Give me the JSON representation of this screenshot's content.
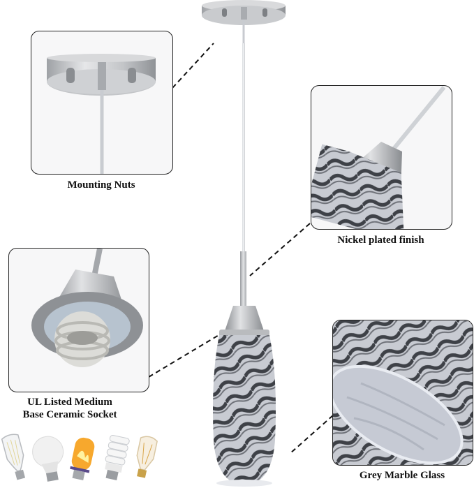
{
  "product": "Pendant light with grey marble glass shade",
  "callouts": [
    {
      "id": "mounting-nuts",
      "label": "Mounting Nuts"
    },
    {
      "id": "nickel-finish",
      "label": "Nickel plated finish"
    },
    {
      "id": "socket",
      "label_line1": "UL Listed Medium",
      "label_line2": "Base Ceramic Socket"
    },
    {
      "id": "glass",
      "label": "Grey Marble Glass"
    }
  ],
  "bulbs": [
    "edison-filament-bulb",
    "a19-led-bulb",
    "flame-effect-bulb",
    "spiral-cfl-bulb",
    "vintage-amber-bulb"
  ],
  "colors": {
    "nickel": "#c4c6c9",
    "glass_dark": "#3c3f45",
    "glass_light": "#c9ccd3",
    "outline": "#222222"
  }
}
